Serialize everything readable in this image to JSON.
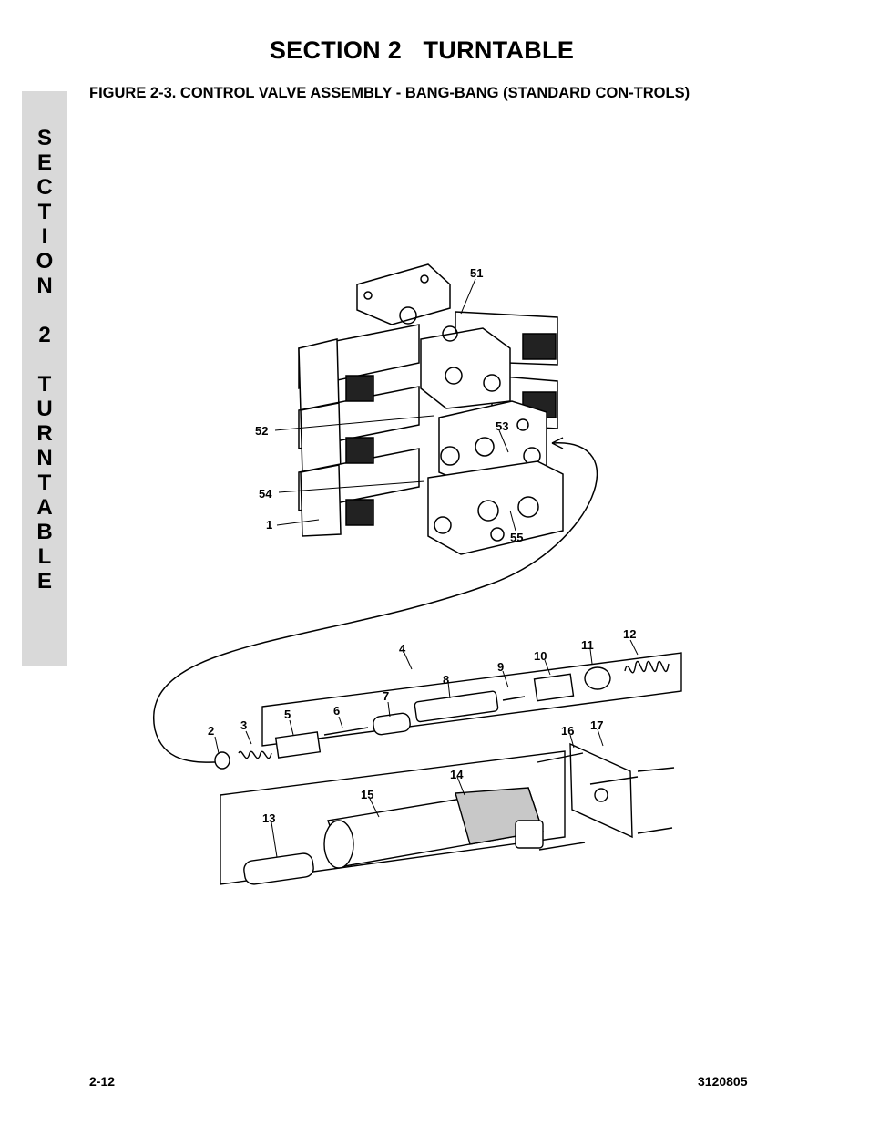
{
  "header": {
    "title": "SECTION 2   TURNTABLE"
  },
  "side_tab": {
    "letters": [
      "S",
      "E",
      "C",
      "T",
      "I",
      "O",
      "N",
      "",
      "2",
      "",
      "T",
      "U",
      "R",
      "N",
      "T",
      "A",
      "B",
      "L",
      "E"
    ]
  },
  "figure": {
    "caption": "FIGURE 2-3.    CONTROL VALVE ASSEMBLY - BANG-BANG (STANDARD CON-TROLS)",
    "callouts": [
      "51",
      "52",
      "53",
      "54",
      "1",
      "55",
      "4",
      "8",
      "9",
      "10",
      "11",
      "12",
      "7",
      "6",
      "5",
      "3",
      "2",
      "16",
      "17",
      "14",
      "15",
      "13"
    ]
  },
  "footer": {
    "page_number": "2-12",
    "doc_number": "3120805"
  }
}
